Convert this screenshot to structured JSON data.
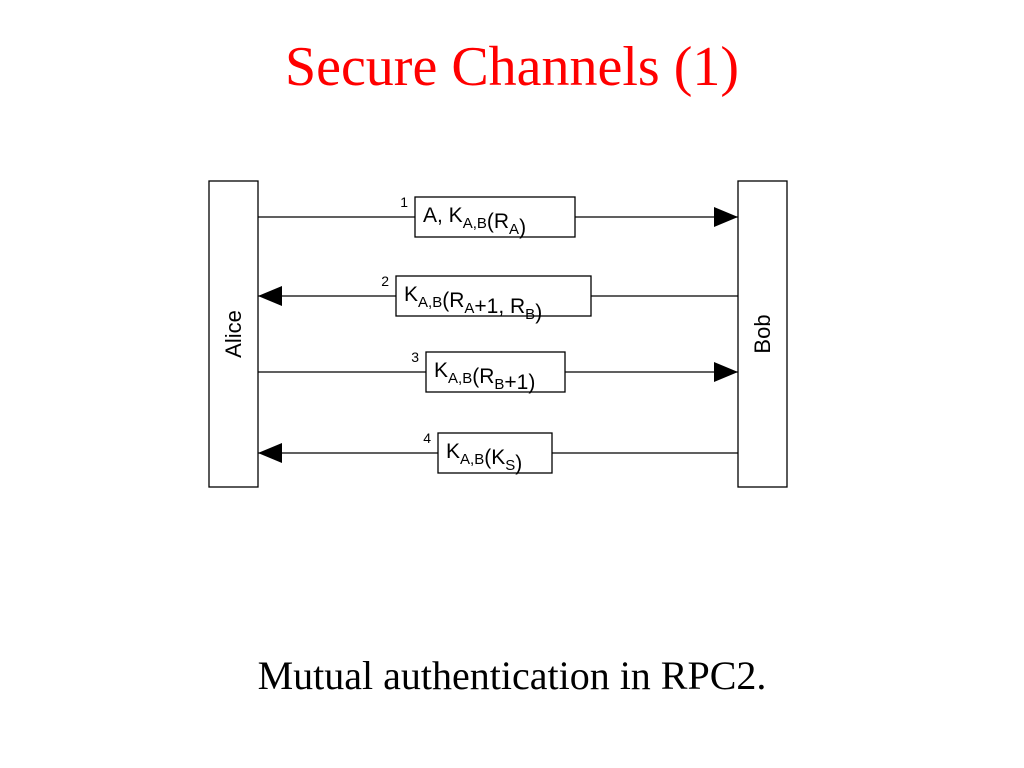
{
  "slide": {
    "title": "Secure Channels (1)",
    "caption": "Mutual authentication in RPC2."
  },
  "diagram": {
    "parties": {
      "left": "Alice",
      "right": "Bob"
    },
    "messages": [
      {
        "step": "1",
        "direction": "to-right",
        "parts": [
          {
            "t": "A, K"
          },
          {
            "t": "A,B",
            "sub": true
          },
          {
            "t": "(R"
          },
          {
            "t": "A",
            "sub": true
          },
          {
            "t": ")"
          }
        ]
      },
      {
        "step": "2",
        "direction": "to-left",
        "parts": [
          {
            "t": "K"
          },
          {
            "t": "A,B",
            "sub": true
          },
          {
            "t": "(R"
          },
          {
            "t": "A",
            "sub": true
          },
          {
            "t": "+1, R"
          },
          {
            "t": "B",
            "sub": true
          },
          {
            "t": ")"
          }
        ]
      },
      {
        "step": "3",
        "direction": "to-right",
        "parts": [
          {
            "t": "K"
          },
          {
            "t": "A,B",
            "sub": true
          },
          {
            "t": "(R"
          },
          {
            "t": "B",
            "sub": true
          },
          {
            "t": "+1)"
          }
        ]
      },
      {
        "step": "4",
        "direction": "to-left",
        "parts": [
          {
            "t": "K"
          },
          {
            "t": "A,B",
            "sub": true
          },
          {
            "t": "(K"
          },
          {
            "t": "S",
            "sub": true
          },
          {
            "t": ")"
          }
        ]
      }
    ]
  }
}
